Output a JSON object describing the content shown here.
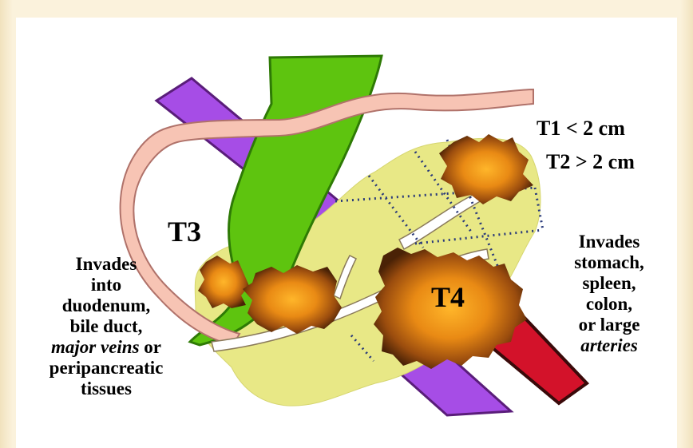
{
  "stages": {
    "t1": "T1 < 2 cm",
    "t2": "T2 > 2 cm",
    "t3": {
      "label": "T3",
      "description_lines": [
        "Invades",
        "into",
        "duodenum,",
        "bile duct,"
      ],
      "description_italic": "major veins",
      "description_italic_tail": " or",
      "description_end": [
        "peripancreatic",
        "tissues"
      ]
    },
    "t4": {
      "label": "T4",
      "description_lines": [
        "Invades",
        "stomach,",
        "spleen,",
        "colon,",
        "or large"
      ],
      "description_italic": "arteries"
    }
  },
  "colors": {
    "background": "#fbf2dc",
    "pancreas": "#e8e886",
    "duodenum_bile_duct": "#5ec40f",
    "vein": "#a64de6",
    "artery": "#d3122a",
    "vessel_pink": "#f7c4b4",
    "tumor_core": "#f6a31a",
    "tumor_edge": "#5a2c0a"
  },
  "icons": [
    "pancreas-shape",
    "bile-duct-shape",
    "vein-band",
    "artery-band",
    "tumor-blob"
  ]
}
